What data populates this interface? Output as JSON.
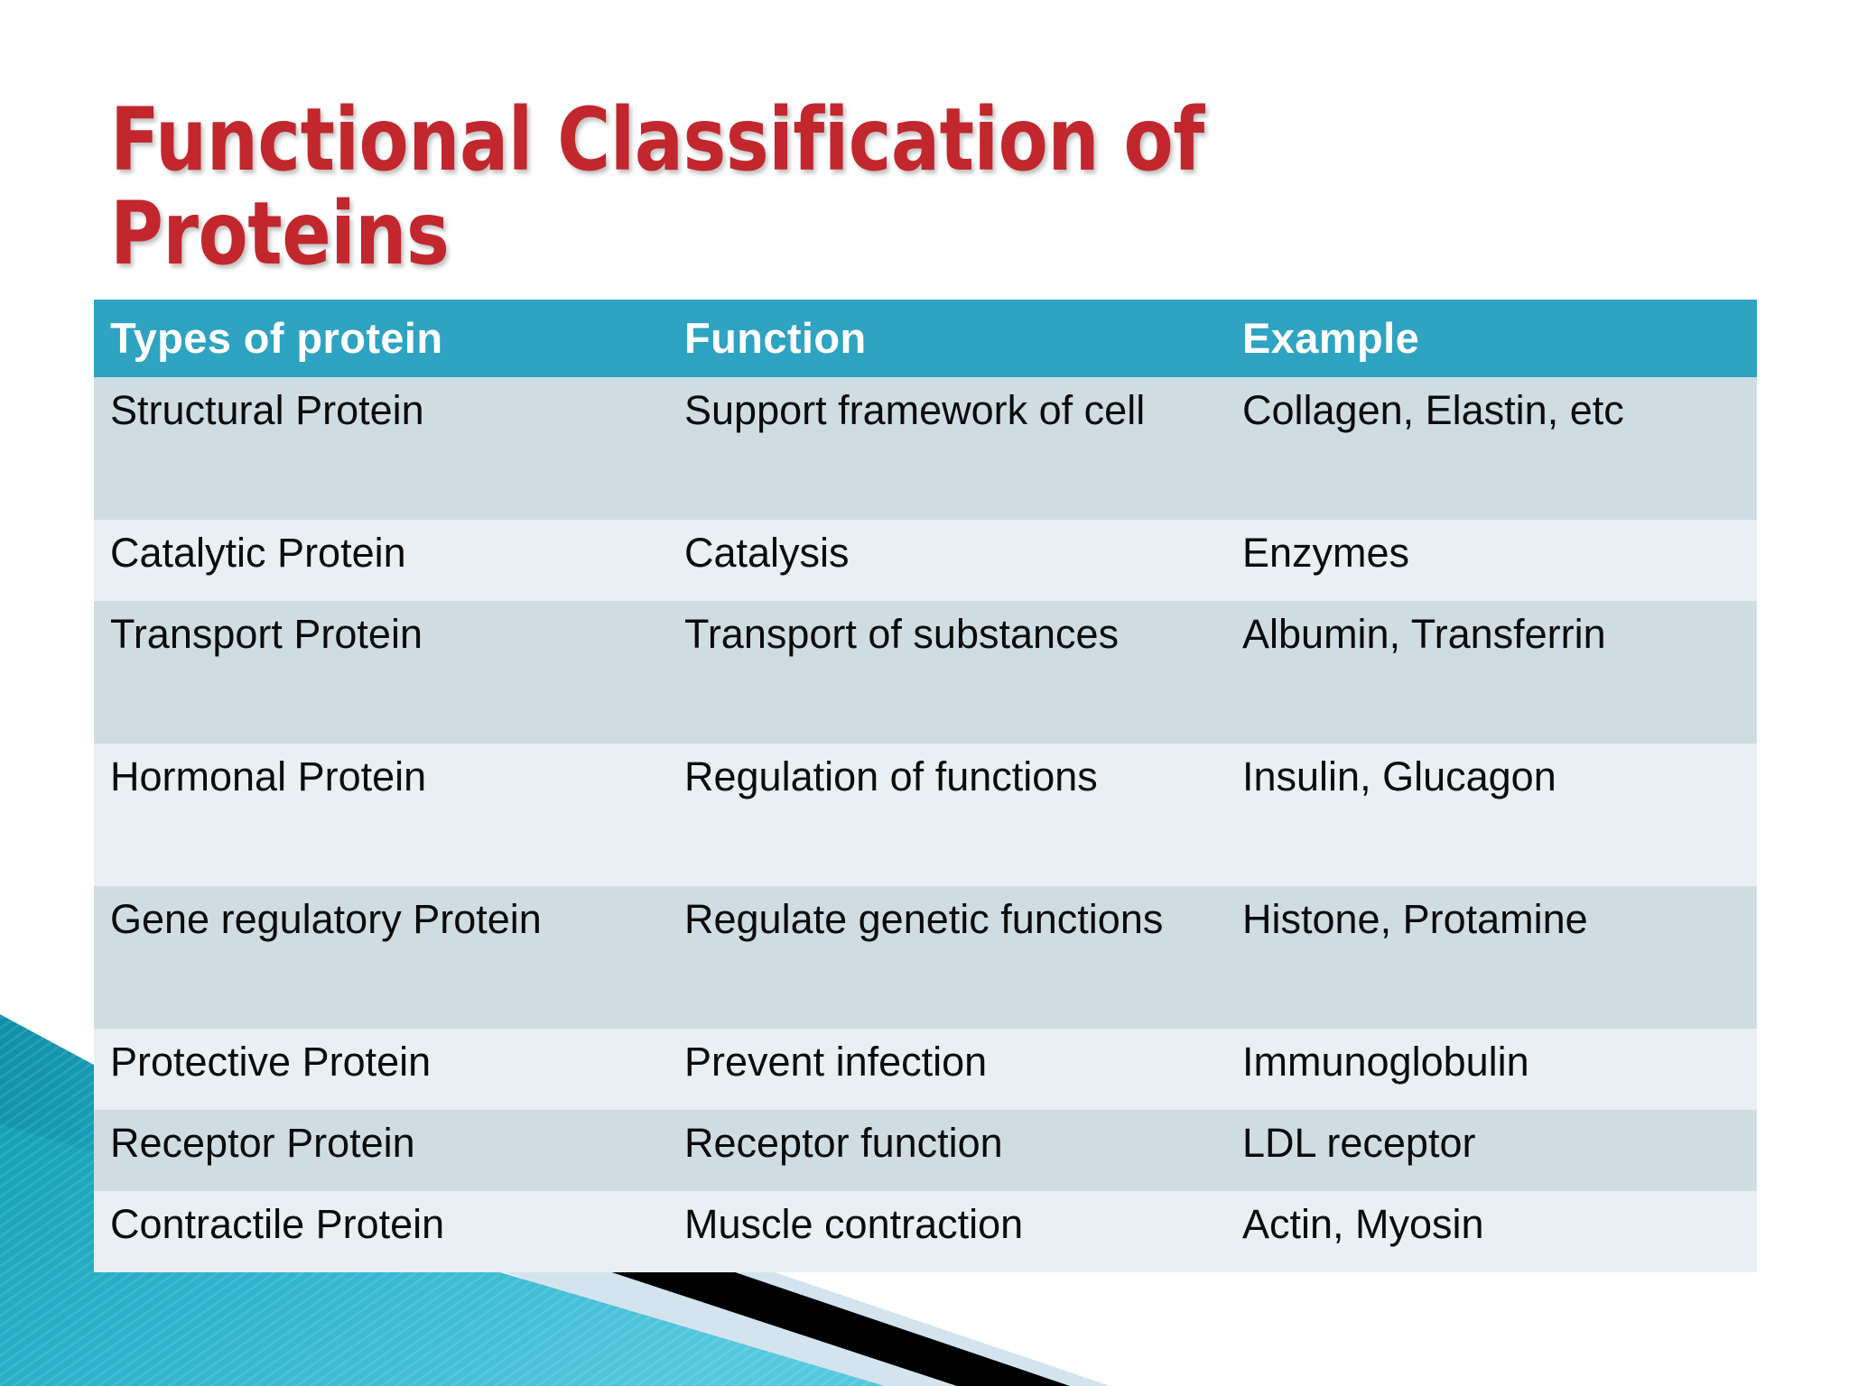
{
  "slide": {
    "title": "Functional Classification of Proteins",
    "title_color": "#C1272D",
    "background_color": "#FFFFFF"
  },
  "table": {
    "header_bg_color": "#2EA3C2",
    "header_text_color": "#FFFFFF",
    "row_dark_color": "#CFDDE3",
    "row_light_color": "#E9EFF3",
    "columns": [
      "Types of protein",
      "Function",
      "Example"
    ],
    "rows": [
      {
        "type": "Structural Protein",
        "function": "Support framework of cell",
        "example": "Collagen, Elastin, etc"
      },
      {
        "type": "Catalytic Protein",
        "function": "Catalysis",
        "example": "Enzymes"
      },
      {
        "type": "Transport Protein",
        "function": "Transport of substances",
        "example": "Albumin, Transferrin"
      },
      {
        "type": "Hormonal Protein",
        "function": "Regulation of functions",
        "example": "Insulin, Glucagon"
      },
      {
        "type": "Gene regulatory Protein",
        "function": "Regulate genetic functions",
        "example": "Histone, Protamine"
      },
      {
        "type": "Protective Protein",
        "function": "Prevent infection",
        "example": "Immunoglobulin"
      },
      {
        "type": "Receptor Protein",
        "function": "Receptor function",
        "example": "LDL receptor"
      },
      {
        "type": "Contractile Protein",
        "function": "Muscle contraction",
        "example": "Actin, Myosin"
      }
    ]
  },
  "decoration": {
    "name": "bottom-left-corner-ribbon",
    "teal_dark": "#1796AE",
    "teal_light": "#35B4D2",
    "black_band": "#000000",
    "pale_band": "#D4E4EE"
  }
}
